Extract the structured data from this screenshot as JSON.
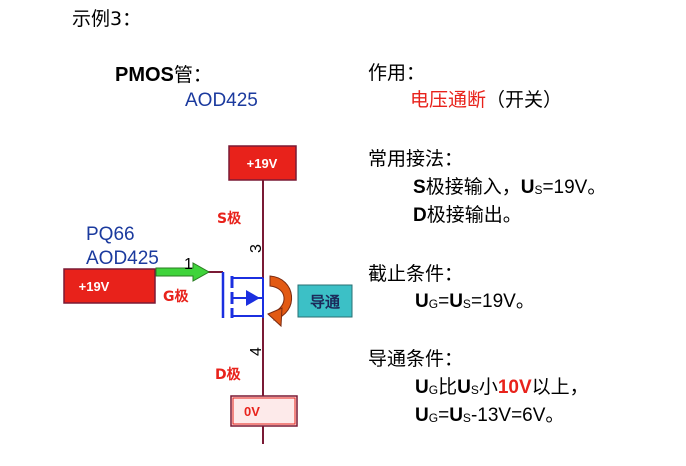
{
  "title": "示例3：",
  "device": {
    "name": "PMOS",
    "suffix": "管：",
    "part": "AOD425"
  },
  "circuit": {
    "designator": "PQ66",
    "part": "AOD425",
    "source_supply": "+19V",
    "gate_supply": "+19V",
    "drain_out": "0V",
    "source_label": "S极",
    "gate_label": "G极",
    "drain_label": "D极",
    "pin_gate": "1",
    "pin_source": "3",
    "pin_drain": "4",
    "conduct_label": "导通"
  },
  "function": {
    "heading": "作用：",
    "value_red": "电压通断",
    "value_note": "（开关）"
  },
  "usage": {
    "heading": "常用接法：",
    "line1_bold": "S",
    "line1_text": "极接输入，",
    "line1_u": "U",
    "line1_sub": "S",
    "line1_val": "=19V。",
    "line2_bold": "D",
    "line2_text": "极接输出。"
  },
  "cutoff": {
    "heading": "截止条件：",
    "u1": "U",
    "sub1": "G",
    "eq": "=",
    "u2": "U",
    "sub2": "S",
    "val": "=19V。"
  },
  "conduction": {
    "heading": "导通条件：",
    "l1_u1": "U",
    "l1_sub1": "G",
    "l1_cmp": "比",
    "l1_u2": "U",
    "l1_sub2": "S",
    "l1_small": "小",
    "l1_red": "10V",
    "l1_tail": "以上，",
    "l2_u1": "U",
    "l2_sub1": "G",
    "l2_eq": "=",
    "l2_u2": "U",
    "l2_sub2": "S",
    "l2_tail": "-13V=6V。"
  },
  "colors": {
    "red_box": "#e8221b",
    "teal_box": "#3cc0c6",
    "green_arrow": "#3fd43b",
    "blue_text": "#1b3a9e",
    "wire": "#7a1a35",
    "mosfet_blue": "#1b2fe0",
    "orange_arrow": "#e25a14"
  }
}
